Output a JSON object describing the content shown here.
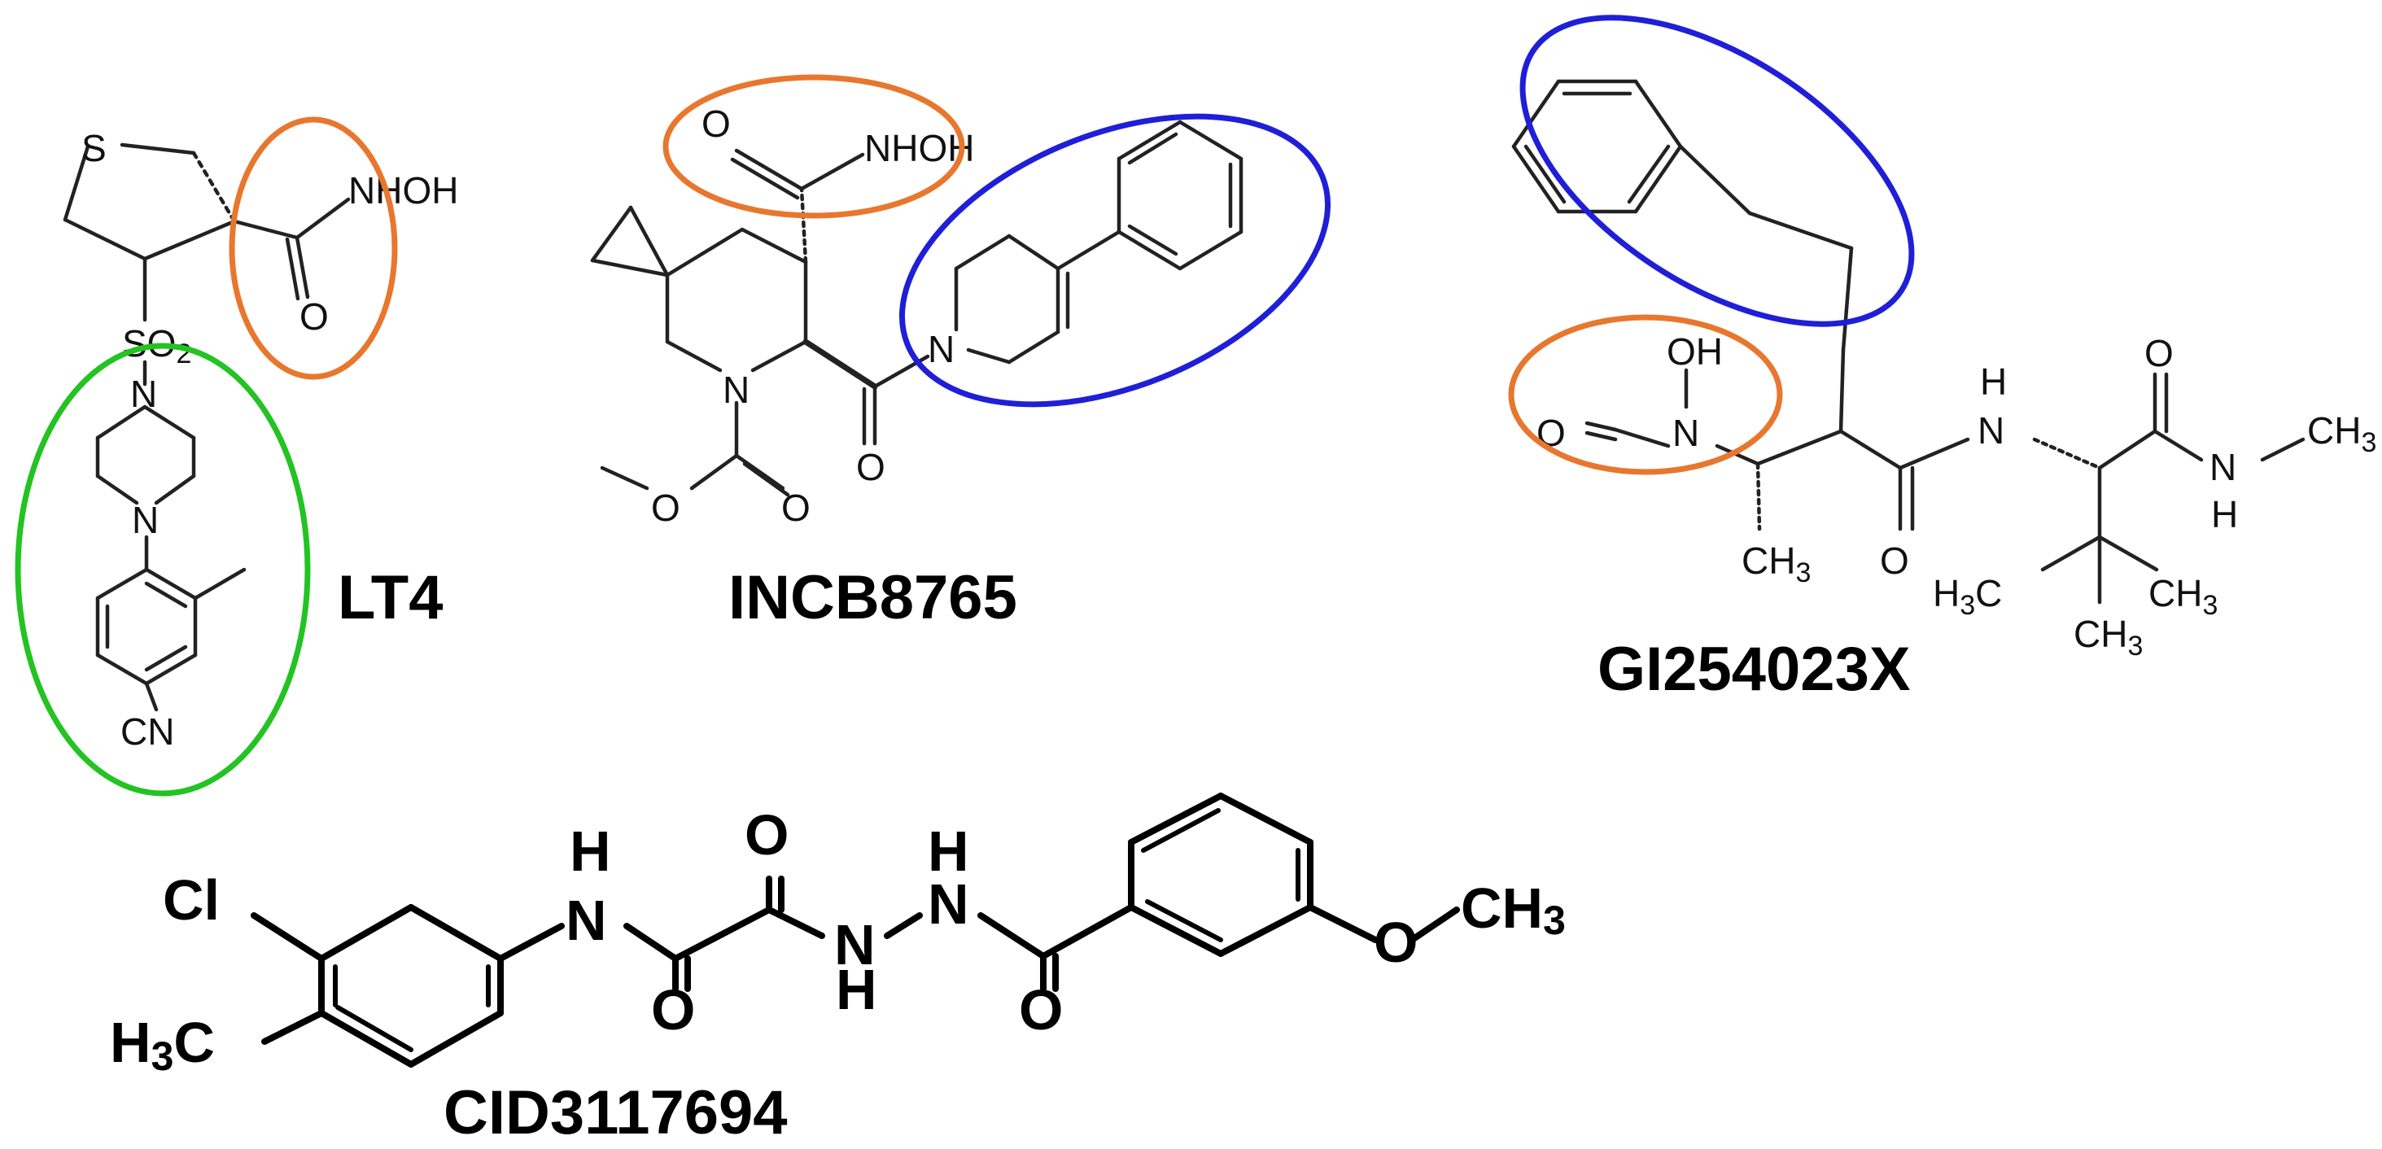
{
  "colors": {
    "background": "#ffffff",
    "bond": "#222222",
    "highlight_orange": "#e8772e",
    "highlight_blue": "#1f1fd8",
    "highlight_green": "#22c322"
  },
  "molecules": {
    "lt4": {
      "name": "LT4",
      "atoms": {
        "s": "S",
        "nhoh": "NHOH",
        "o": "O",
        "so": "SO",
        "so_sub": "2",
        "n1": "N",
        "n2": "N",
        "cn": "CN"
      }
    },
    "incb": {
      "name": "INCB8765",
      "atoms": {
        "o_top": "O",
        "nhoh": "NHOH",
        "n_ring": "N",
        "n_pip": "N",
        "o_amide": "O",
        "o_ester": "O",
        "o_carb": "O"
      }
    },
    "gi": {
      "name": "GI254023X",
      "atoms": {
        "oh": "OH",
        "n_hydrox": "N",
        "o_formyl": "O",
        "ch": "CH",
        "ch_sub": "3",
        "o_amide": "O",
        "h_amide": "H",
        "n_amide": "N",
        "o_right": "O",
        "n_right": "N",
        "h_right": "H",
        "ch3_right": "CH",
        "ch3_right_sub": "3",
        "h3c": "H",
        "h3c_sub": "3",
        "h3c_c": "C",
        "ch3_b": "CH",
        "ch3_b_sub": "3",
        "ch3_c": "CH",
        "ch3_c_sub": "3"
      }
    },
    "cid": {
      "name": "CID3117694",
      "atoms": {
        "cl": "Cl",
        "h3c_h": "H",
        "h3c_sub": "3",
        "h3c_c": "C",
        "h1": "H",
        "n1": "N",
        "o1": "O",
        "o2": "O",
        "n2": "N",
        "h2": "H",
        "h3": "H",
        "n3": "N",
        "o3": "O",
        "o_meth": "O",
        "ch3": "CH",
        "ch3_sub": "3"
      }
    }
  }
}
